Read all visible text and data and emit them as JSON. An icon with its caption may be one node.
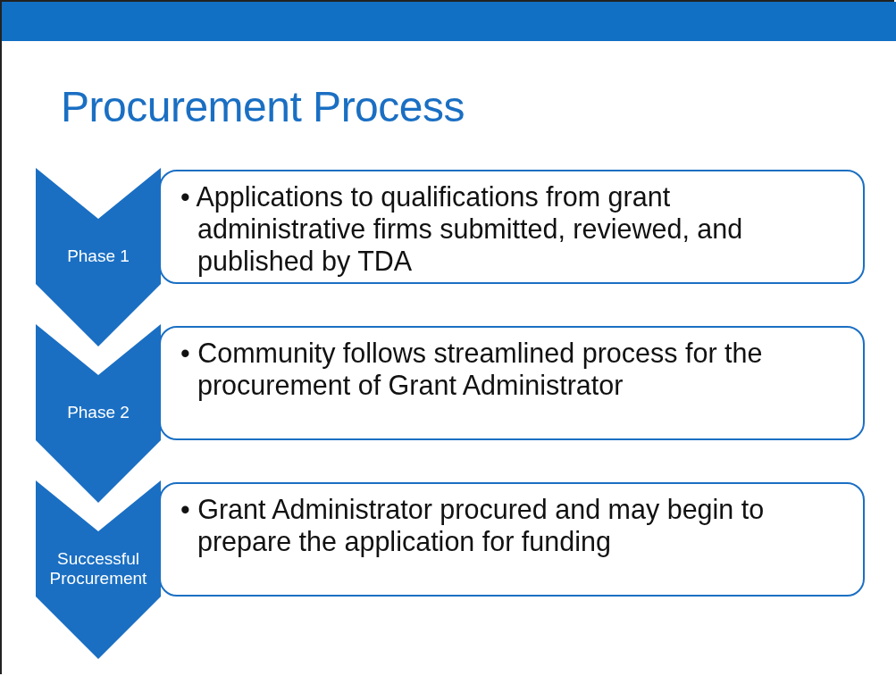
{
  "diagram": {
    "title": "Procurement Process",
    "nodes": [
      {
        "text": [
          "Phase 1"
        ]
      },
      {
        "text": [
          "• Applications to qualifications from grant administrative firms submitted, reviewed, and published by TDA"
        ]
      },
      {
        "text": [
          "Phase 2"
        ]
      },
      {
        "text": [
          "• Community follows streamlined process for the procurement of Grant Administrator"
        ]
      },
      {
        "text": [
          "Successful Procurement"
        ]
      },
      {
        "text": [
          "• Grant Administrator procured and may begin to prepare the application for funding"
        ]
      }
    ]
  }
}
